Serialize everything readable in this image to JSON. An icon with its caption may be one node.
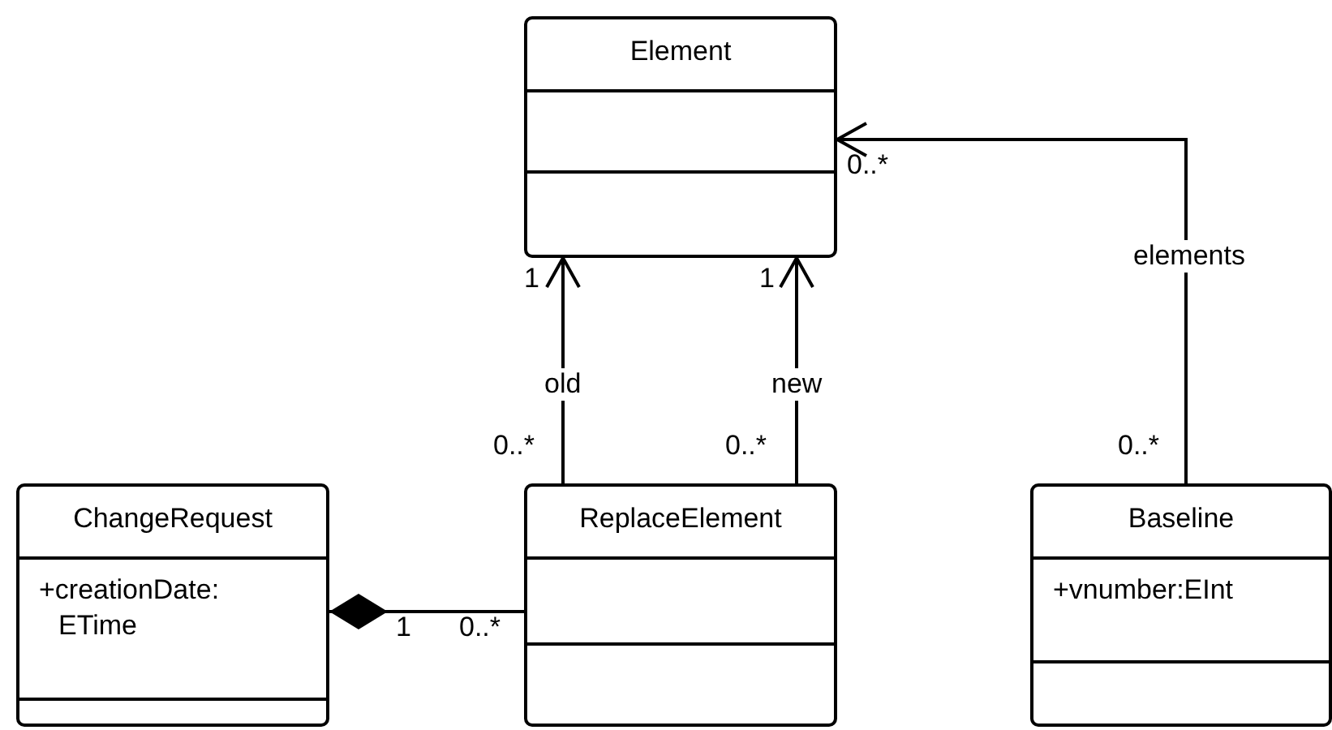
{
  "diagram": {
    "nodes": [
      {
        "text": [
          "Element"
        ]
      },
      {
        "text": [
          "ChangeRequest",
          "+creationDate: ETime"
        ]
      },
      {
        "text": [
          "ReplaceElement"
        ]
      },
      {
        "text": [
          "Baseline",
          "+vnumber:EInt"
        ]
      }
    ],
    "edges": [
      {
        "from": 2,
        "to": 0,
        "arrow": "to",
        "label": "old"
      },
      {
        "from": 2,
        "to": 0,
        "arrow": "to",
        "label": "new"
      },
      {
        "from": 3,
        "to": 0,
        "arrow": "to",
        "label": "elements"
      },
      {
        "from": 1,
        "to": 2,
        "arrow": "other"
      }
    ],
    "labels": [
      "0..*",
      "1",
      "1",
      "0..*",
      "0..*",
      "0..*",
      "1",
      "0..*"
    ]
  }
}
